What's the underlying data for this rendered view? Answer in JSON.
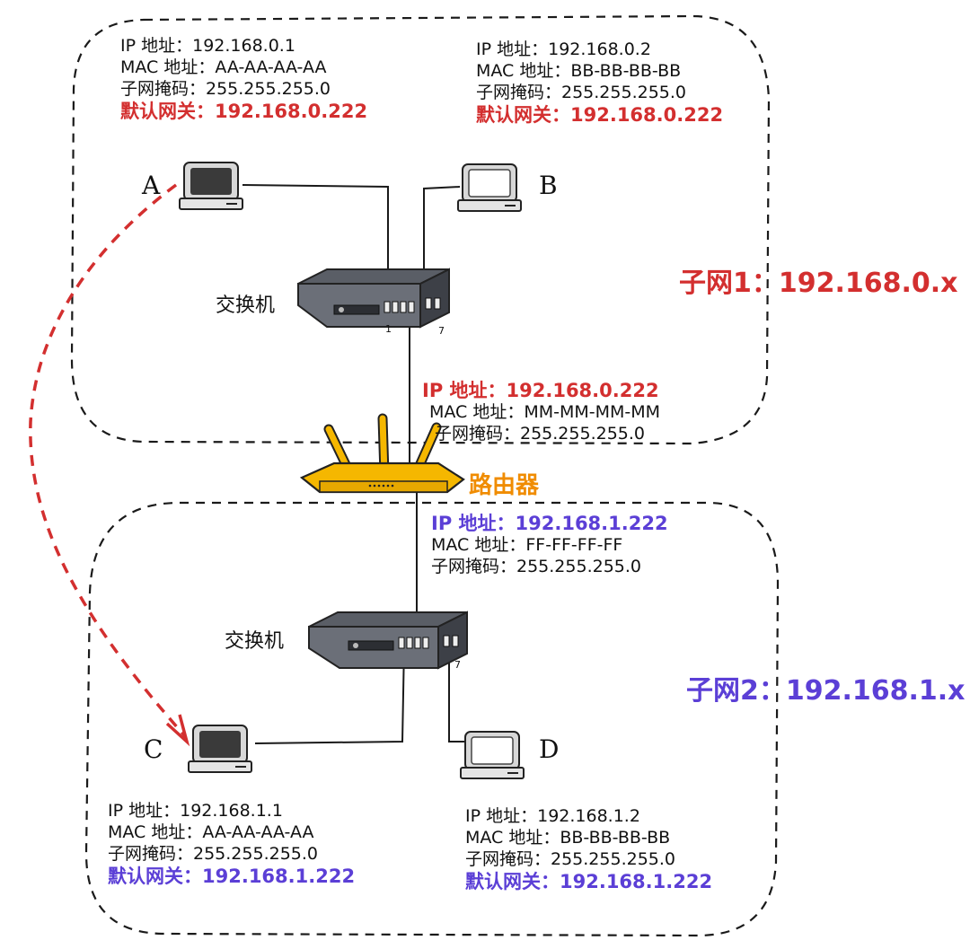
{
  "colors": {
    "subnet1": "#d32f2f",
    "subnet2": "#5b3fd6",
    "router": "#f5b700",
    "arrow": "#d32f2f"
  },
  "hosts": {
    "A": {
      "label": "A",
      "ip": "IP 地址：192.168.0.1",
      "mac": "MAC 地址：AA-AA-AA-AA",
      "mask": "子网掩码：255.255.255.0",
      "gateway": "默认网关：192.168.0.222"
    },
    "B": {
      "label": "B",
      "ip": "IP 地址：192.168.0.2",
      "mac": "MAC 地址：BB-BB-BB-BB",
      "mask": "子网掩码：255.255.255.0",
      "gateway": "默认网关：192.168.0.222"
    },
    "C": {
      "label": "C",
      "ip": "IP 地址：192.168.1.1",
      "mac": "MAC 地址：AA-AA-AA-AA",
      "mask": "子网掩码：255.255.255.0",
      "gateway": "默认网关：192.168.1.222"
    },
    "D": {
      "label": "D",
      "ip": "IP 地址：192.168.1.2",
      "mac": "MAC 地址：BB-BB-BB-BB",
      "mask": "子网掩码：255.255.255.0",
      "gateway": "默认网关：192.168.1.222"
    }
  },
  "switches": {
    "top": {
      "label": "交换机",
      "port_left": "1",
      "port_right": "7"
    },
    "bottom": {
      "label": "交换机",
      "port_right": "7"
    }
  },
  "router": {
    "label": "路由器",
    "subnet1_side": {
      "ip": "IP 地址：192.168.0.222",
      "mac": "MAC 地址：MM-MM-MM-MM",
      "mask": "子网掩码：255.255.255.0"
    },
    "subnet2_side": {
      "ip": "IP 地址：192.168.1.222",
      "mac": "MAC 地址：FF-FF-FF-FF",
      "mask": "子网掩码：255.255.255.0"
    }
  },
  "subnets": {
    "subnet1": "子网1：192.168.0.x",
    "subnet2": "子网2：192.168.1.x"
  }
}
